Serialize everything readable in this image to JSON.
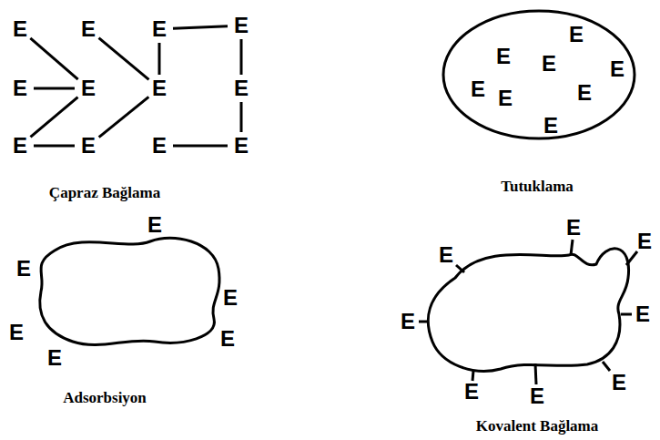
{
  "diagram": {
    "nodes": [
      {
        "text": [
          "E",
          "E",
          "E",
          "E",
          "E",
          "E",
          "E",
          "E"
        ]
      },
      {
        "text": [
          "E",
          "E",
          "E",
          "E",
          "E",
          "E"
        ]
      },
      {
        "text": [
          "E",
          "E",
          "E",
          "E",
          "E",
          "E",
          "E",
          "E"
        ]
      }
    ],
    "labels": [
      "E",
      "E",
      "E",
      "E",
      "E",
      "E",
      "E",
      "E",
      "E",
      "E",
      "E",
      "E",
      "Çapraz Bağlama",
      "Tutuklama",
      "Adsorbsiyon",
      "Kovalent Bağlama"
    ]
  }
}
